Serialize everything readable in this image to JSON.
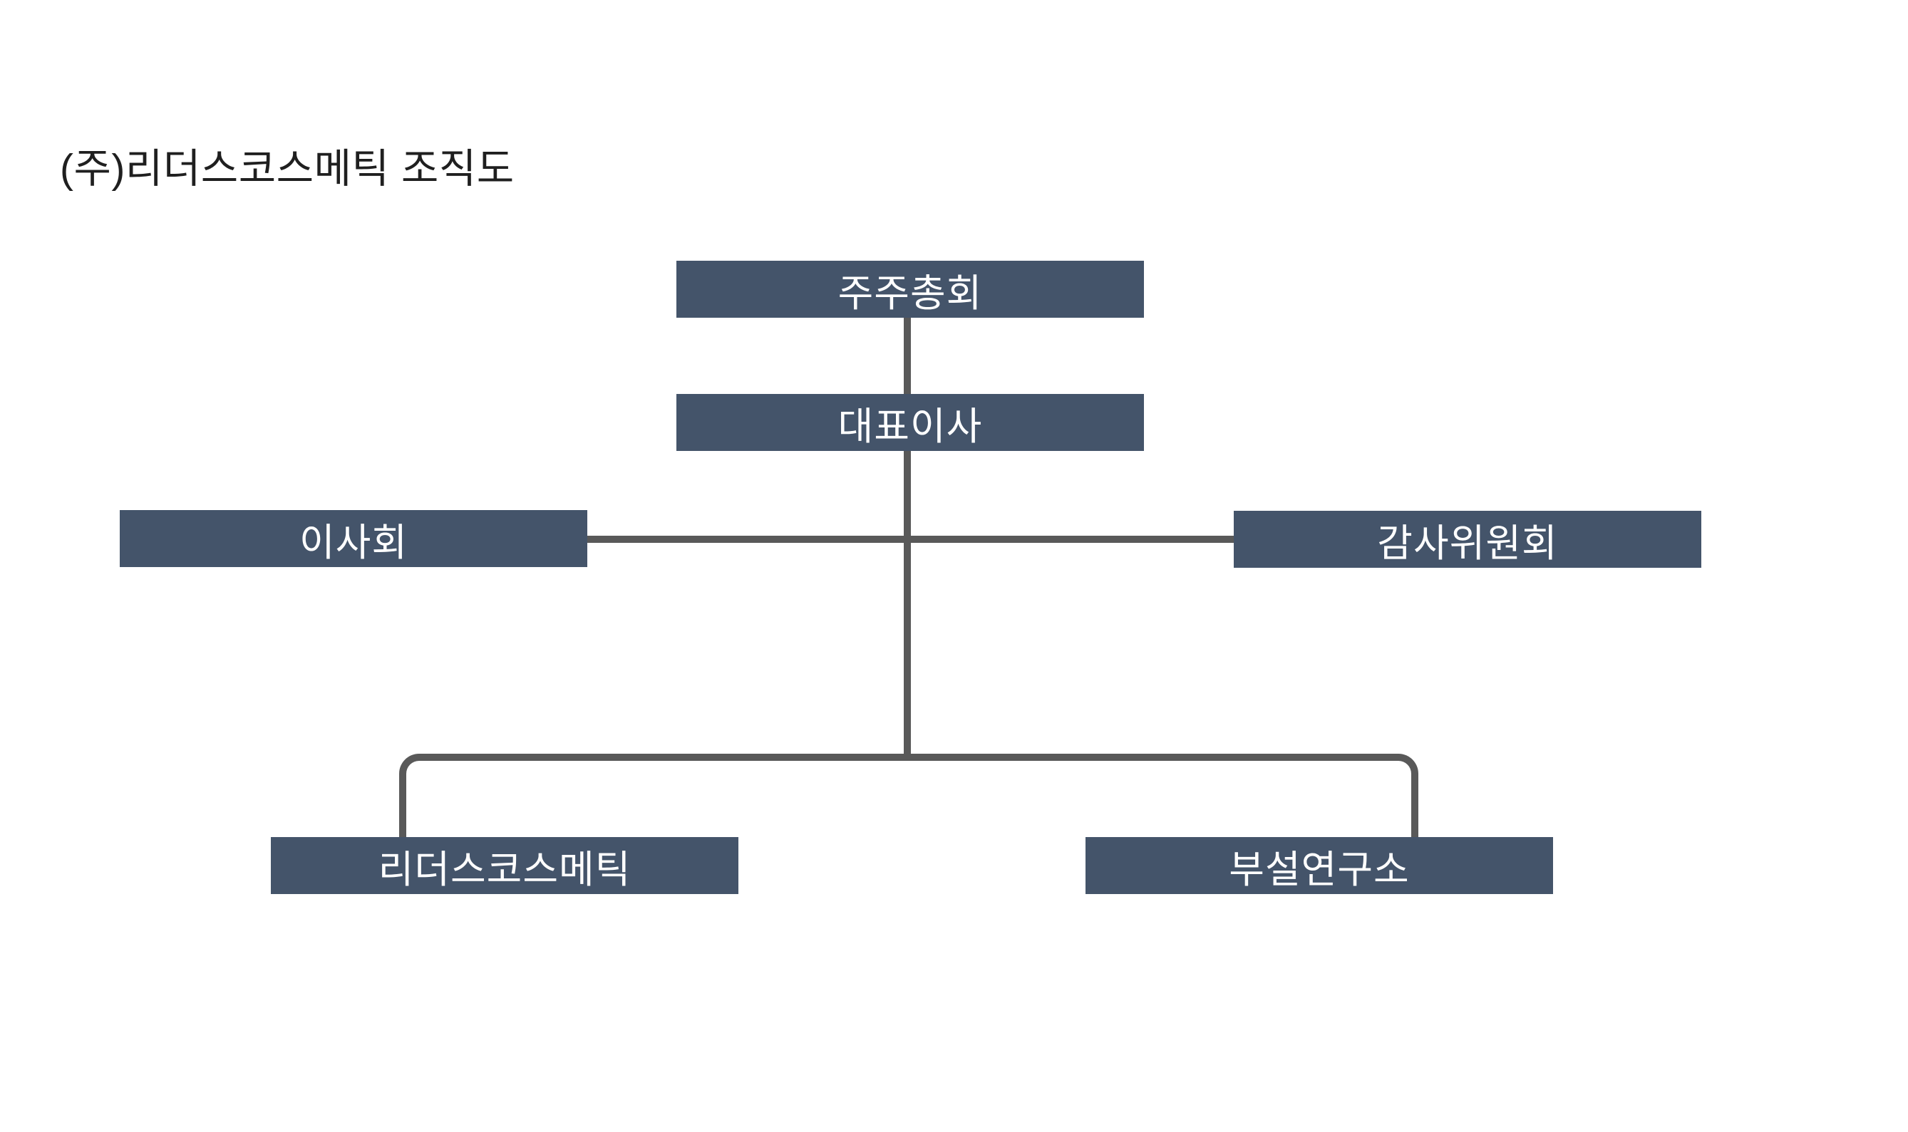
{
  "title": "(주)리더스코스메틱 조직도",
  "colors": {
    "page_bg": "#FFFFFF",
    "box_fill": "#44546A",
    "box_text": "#FFFFFF",
    "connector": "#595959",
    "title_text": "#1F1F1F"
  },
  "org_chart": {
    "type": "org-hierarchy",
    "nodes": [
      {
        "id": "shareholders",
        "label": "주주총회"
      },
      {
        "id": "ceo",
        "label": "대표이사"
      },
      {
        "id": "board",
        "label": "이사회"
      },
      {
        "id": "audit-committee",
        "label": "감사위원회"
      },
      {
        "id": "leaders-cosmetic",
        "label": "리더스코스메틱"
      },
      {
        "id": "research-lab",
        "label": "부설연구소"
      }
    ],
    "edges": [
      {
        "from": "shareholders",
        "to": "ceo"
      },
      {
        "from": "ceo",
        "to": "board"
      },
      {
        "from": "ceo",
        "to": "audit-committee"
      },
      {
        "from": "ceo",
        "to": "leaders-cosmetic"
      },
      {
        "from": "ceo",
        "to": "research-lab"
      }
    ]
  }
}
